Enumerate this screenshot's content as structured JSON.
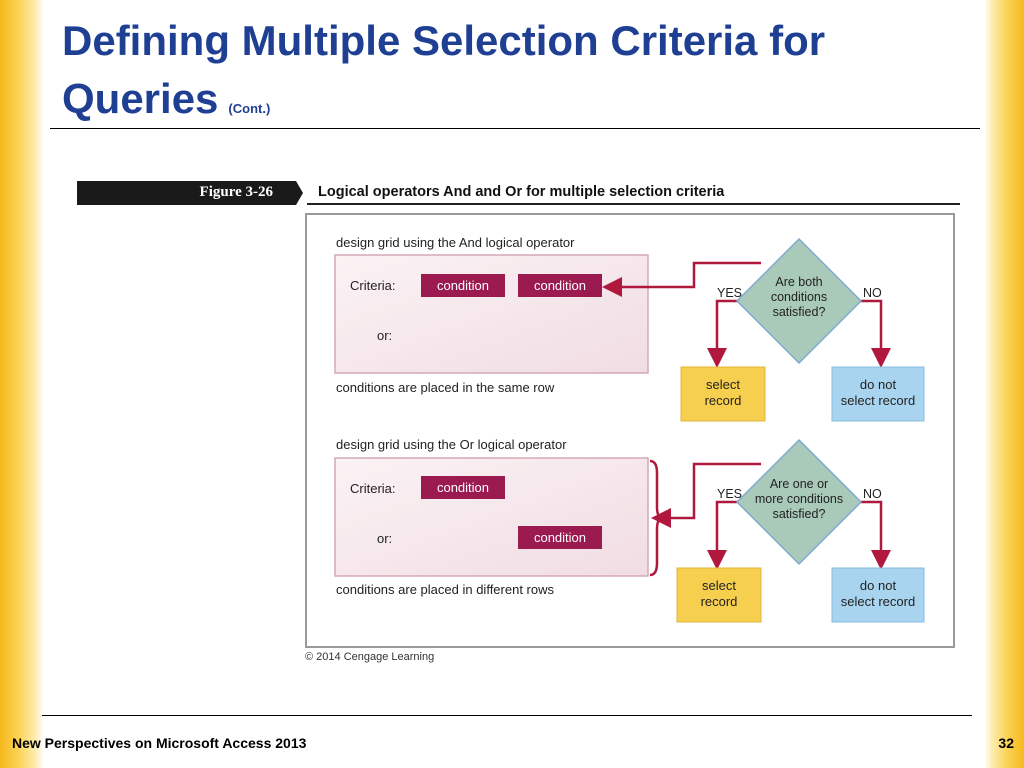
{
  "slide": {
    "title": "Defining Multiple Selection Criteria for Queries",
    "title_suffix": "(Cont.)",
    "footer": "New Perspectives on Microsoft Access 2013",
    "page_number": "32"
  },
  "figure": {
    "number": "Figure 3-26",
    "caption": "Logical operators And and Or for multiple selection criteria",
    "copyright": "© 2014 Cengage Learning",
    "and_section": {
      "heading": "design grid using the And logical operator",
      "criteria_label": "Criteria:",
      "or_label": "or:",
      "condition_1": "condition",
      "condition_2": "condition",
      "note": "conditions are placed in the same row",
      "decision_line1": "Are both",
      "decision_line2": "conditions",
      "decision_line3": "satisfied?",
      "yes": "YES",
      "no": "NO",
      "select_line1": "select",
      "select_line2": "record",
      "noselect_line1": "do not",
      "noselect_line2": "select record"
    },
    "or_section": {
      "heading": "design grid using the Or logical operator",
      "criteria_label": "Criteria:",
      "or_label": "or:",
      "condition_1": "condition",
      "condition_2": "condition",
      "note": "conditions are placed in different rows",
      "decision_line1": "Are one or",
      "decision_line2": "more conditions",
      "decision_line3": "satisfied?",
      "yes": "YES",
      "no": "NO",
      "select_line1": "select",
      "select_line2": "record",
      "noselect_line1": "do not",
      "noselect_line2": "select record"
    }
  },
  "colors": {
    "title": "#1f3f93",
    "condition_fill": "#9b1a4f",
    "grid_fill": "#f6e8ec",
    "arrow": "#b0183e",
    "diamond_fill": "#a9c9b9",
    "select_fill": "#f7cf4e",
    "noselect_fill": "#a9d4ef"
  }
}
